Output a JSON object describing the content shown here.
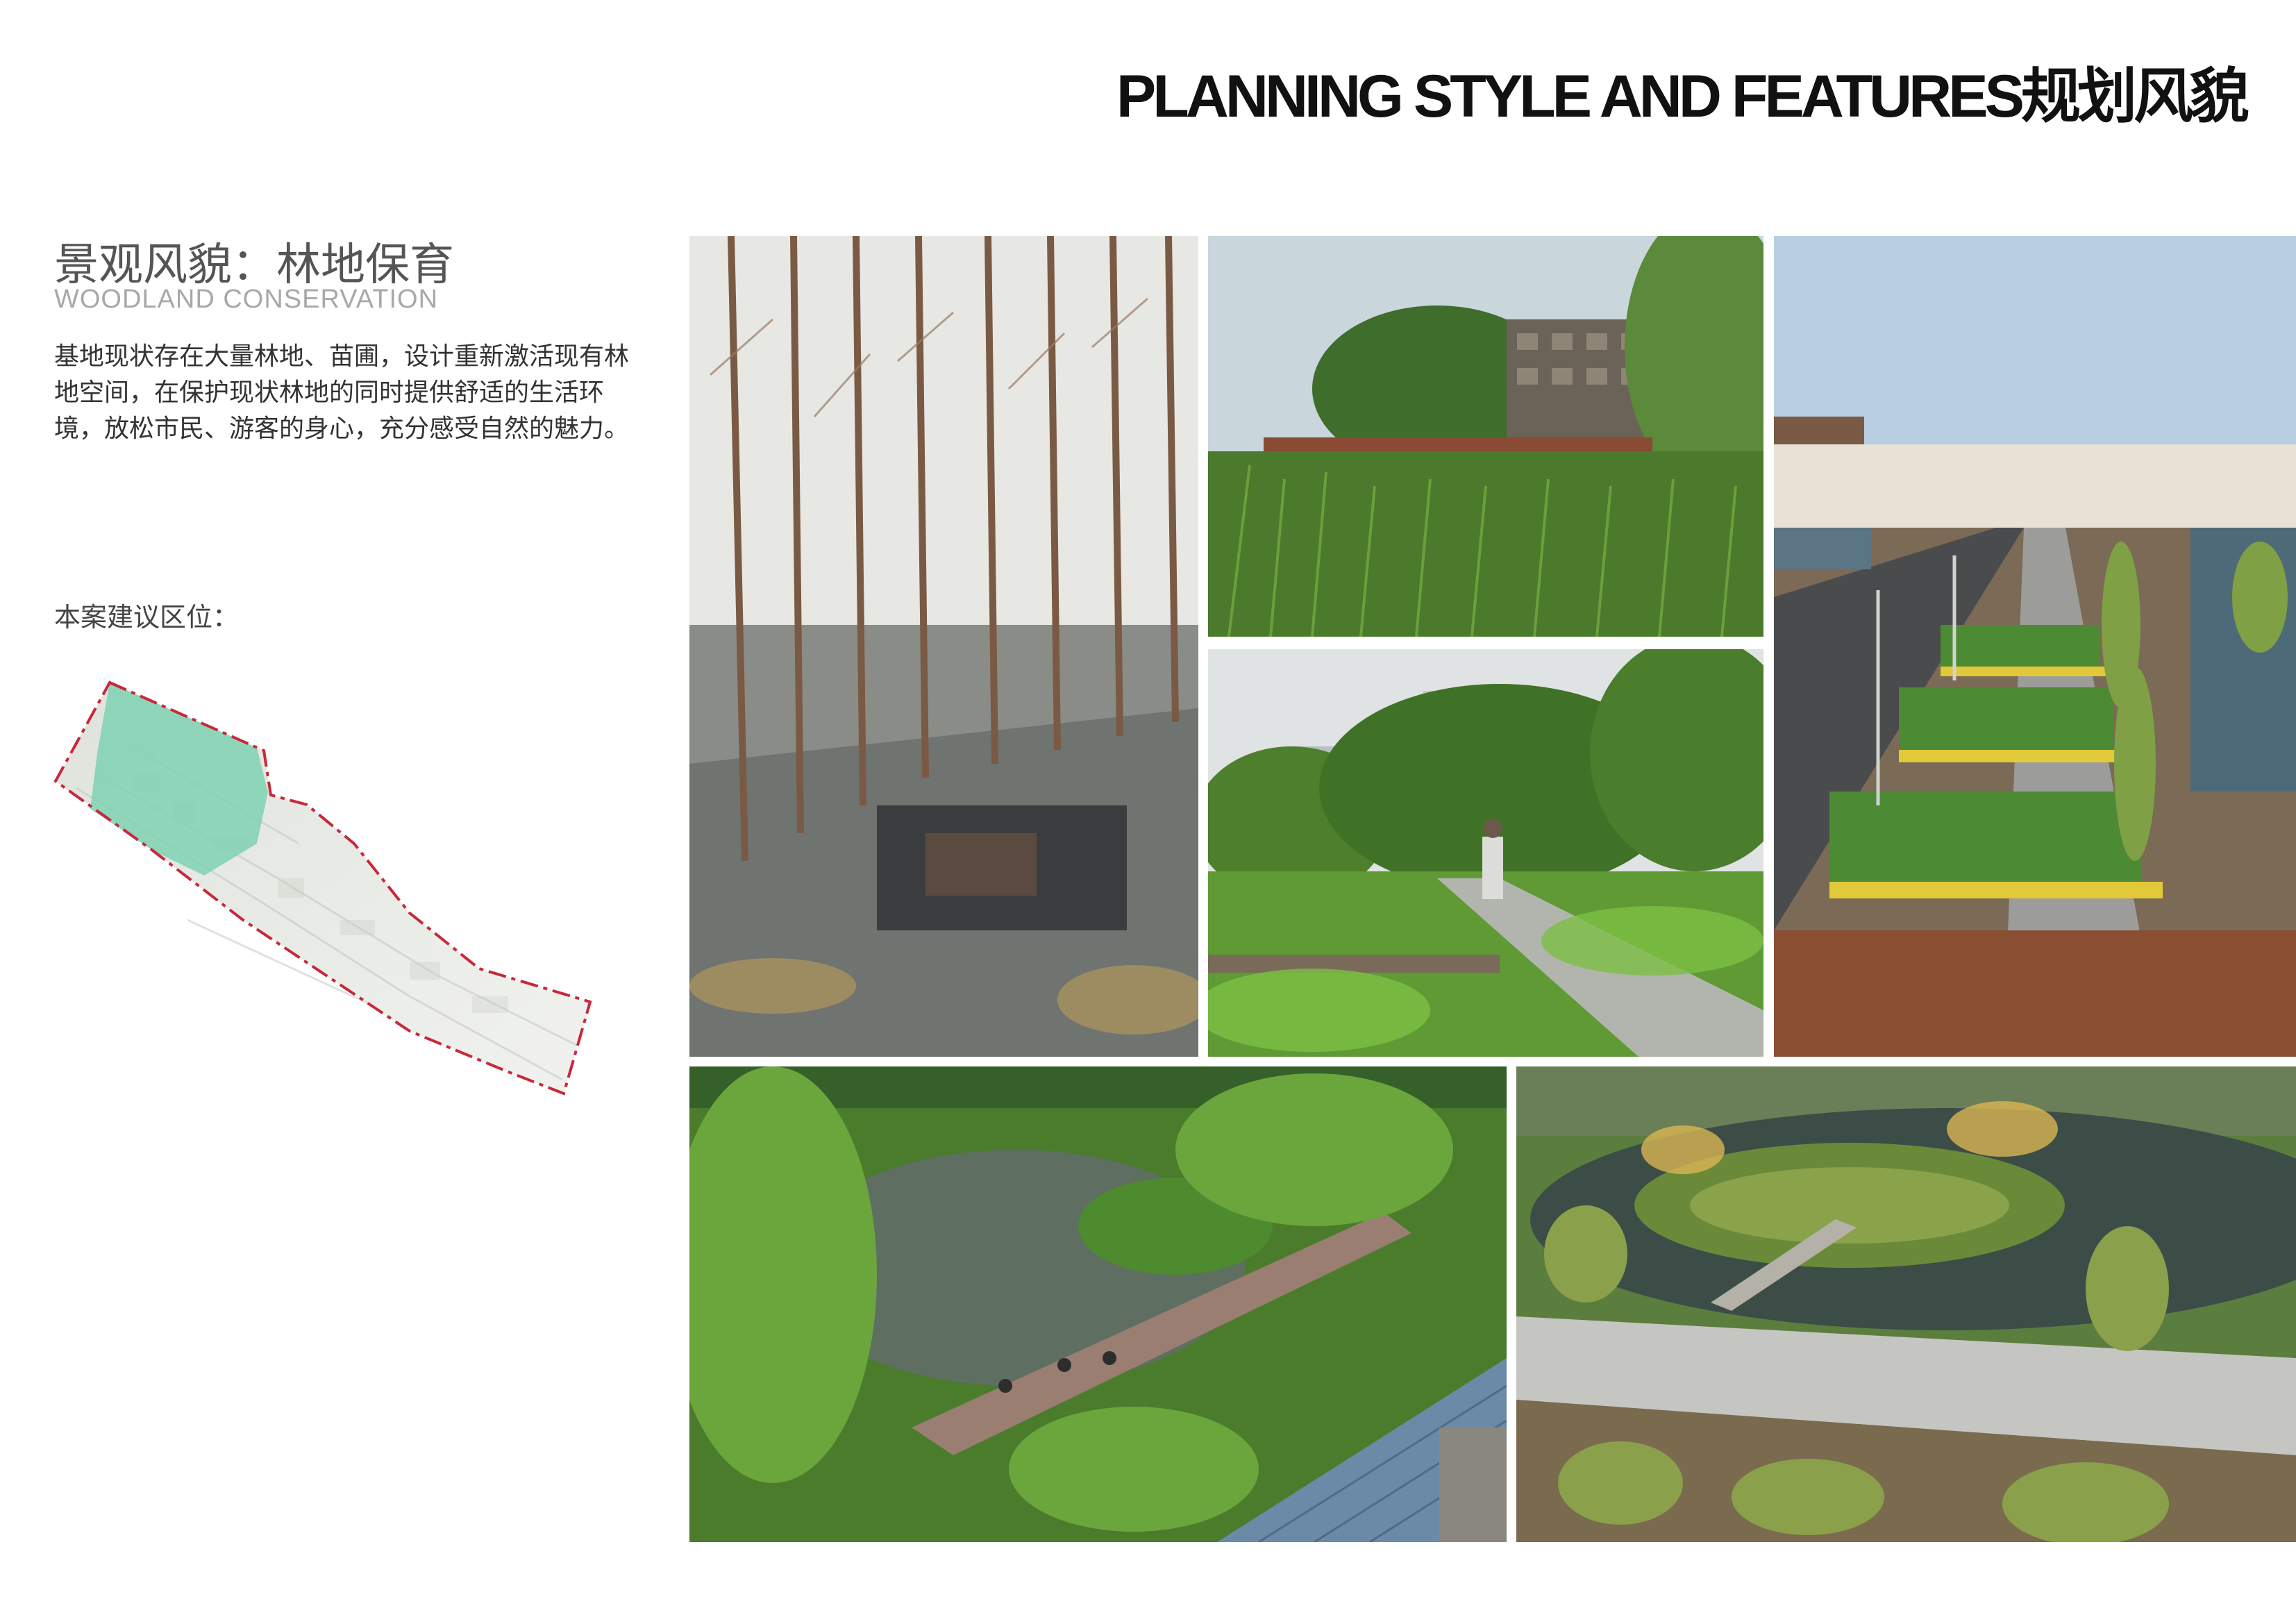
{
  "header": {
    "title": "PLANNING STYLE AND FEATURES规划风貌"
  },
  "section": {
    "title": "景观风貌：林地保育",
    "subtitle": "WOODLAND CONSERVATION",
    "description": "基地现状存在大量林地、苗圃，设计重新激活现有林地空间，在保护现状林地的同时提供舒适的生活环境，放松市民、游客的身心，充分感受自然的魅力。",
    "location_label": "本案建议区位："
  },
  "colors": {
    "highlight_zone": "#7fd1b3",
    "boundary_line": "#c8283a",
    "foliage": "#4f8a32",
    "water": "#5d7a7a",
    "sky": "#dfe6ea"
  },
  "photos": [
    {
      "name": "photo-bare-tree-grove-firepit"
    },
    {
      "name": "photo-wetland-boardwalk-building"
    },
    {
      "name": "photo-park-path-walker"
    },
    {
      "name": "photo-planter-boardwalk-trees"
    },
    {
      "name": "photo-pond-walkway-aerial"
    },
    {
      "name": "photo-circular-pond-park-aerial"
    }
  ]
}
